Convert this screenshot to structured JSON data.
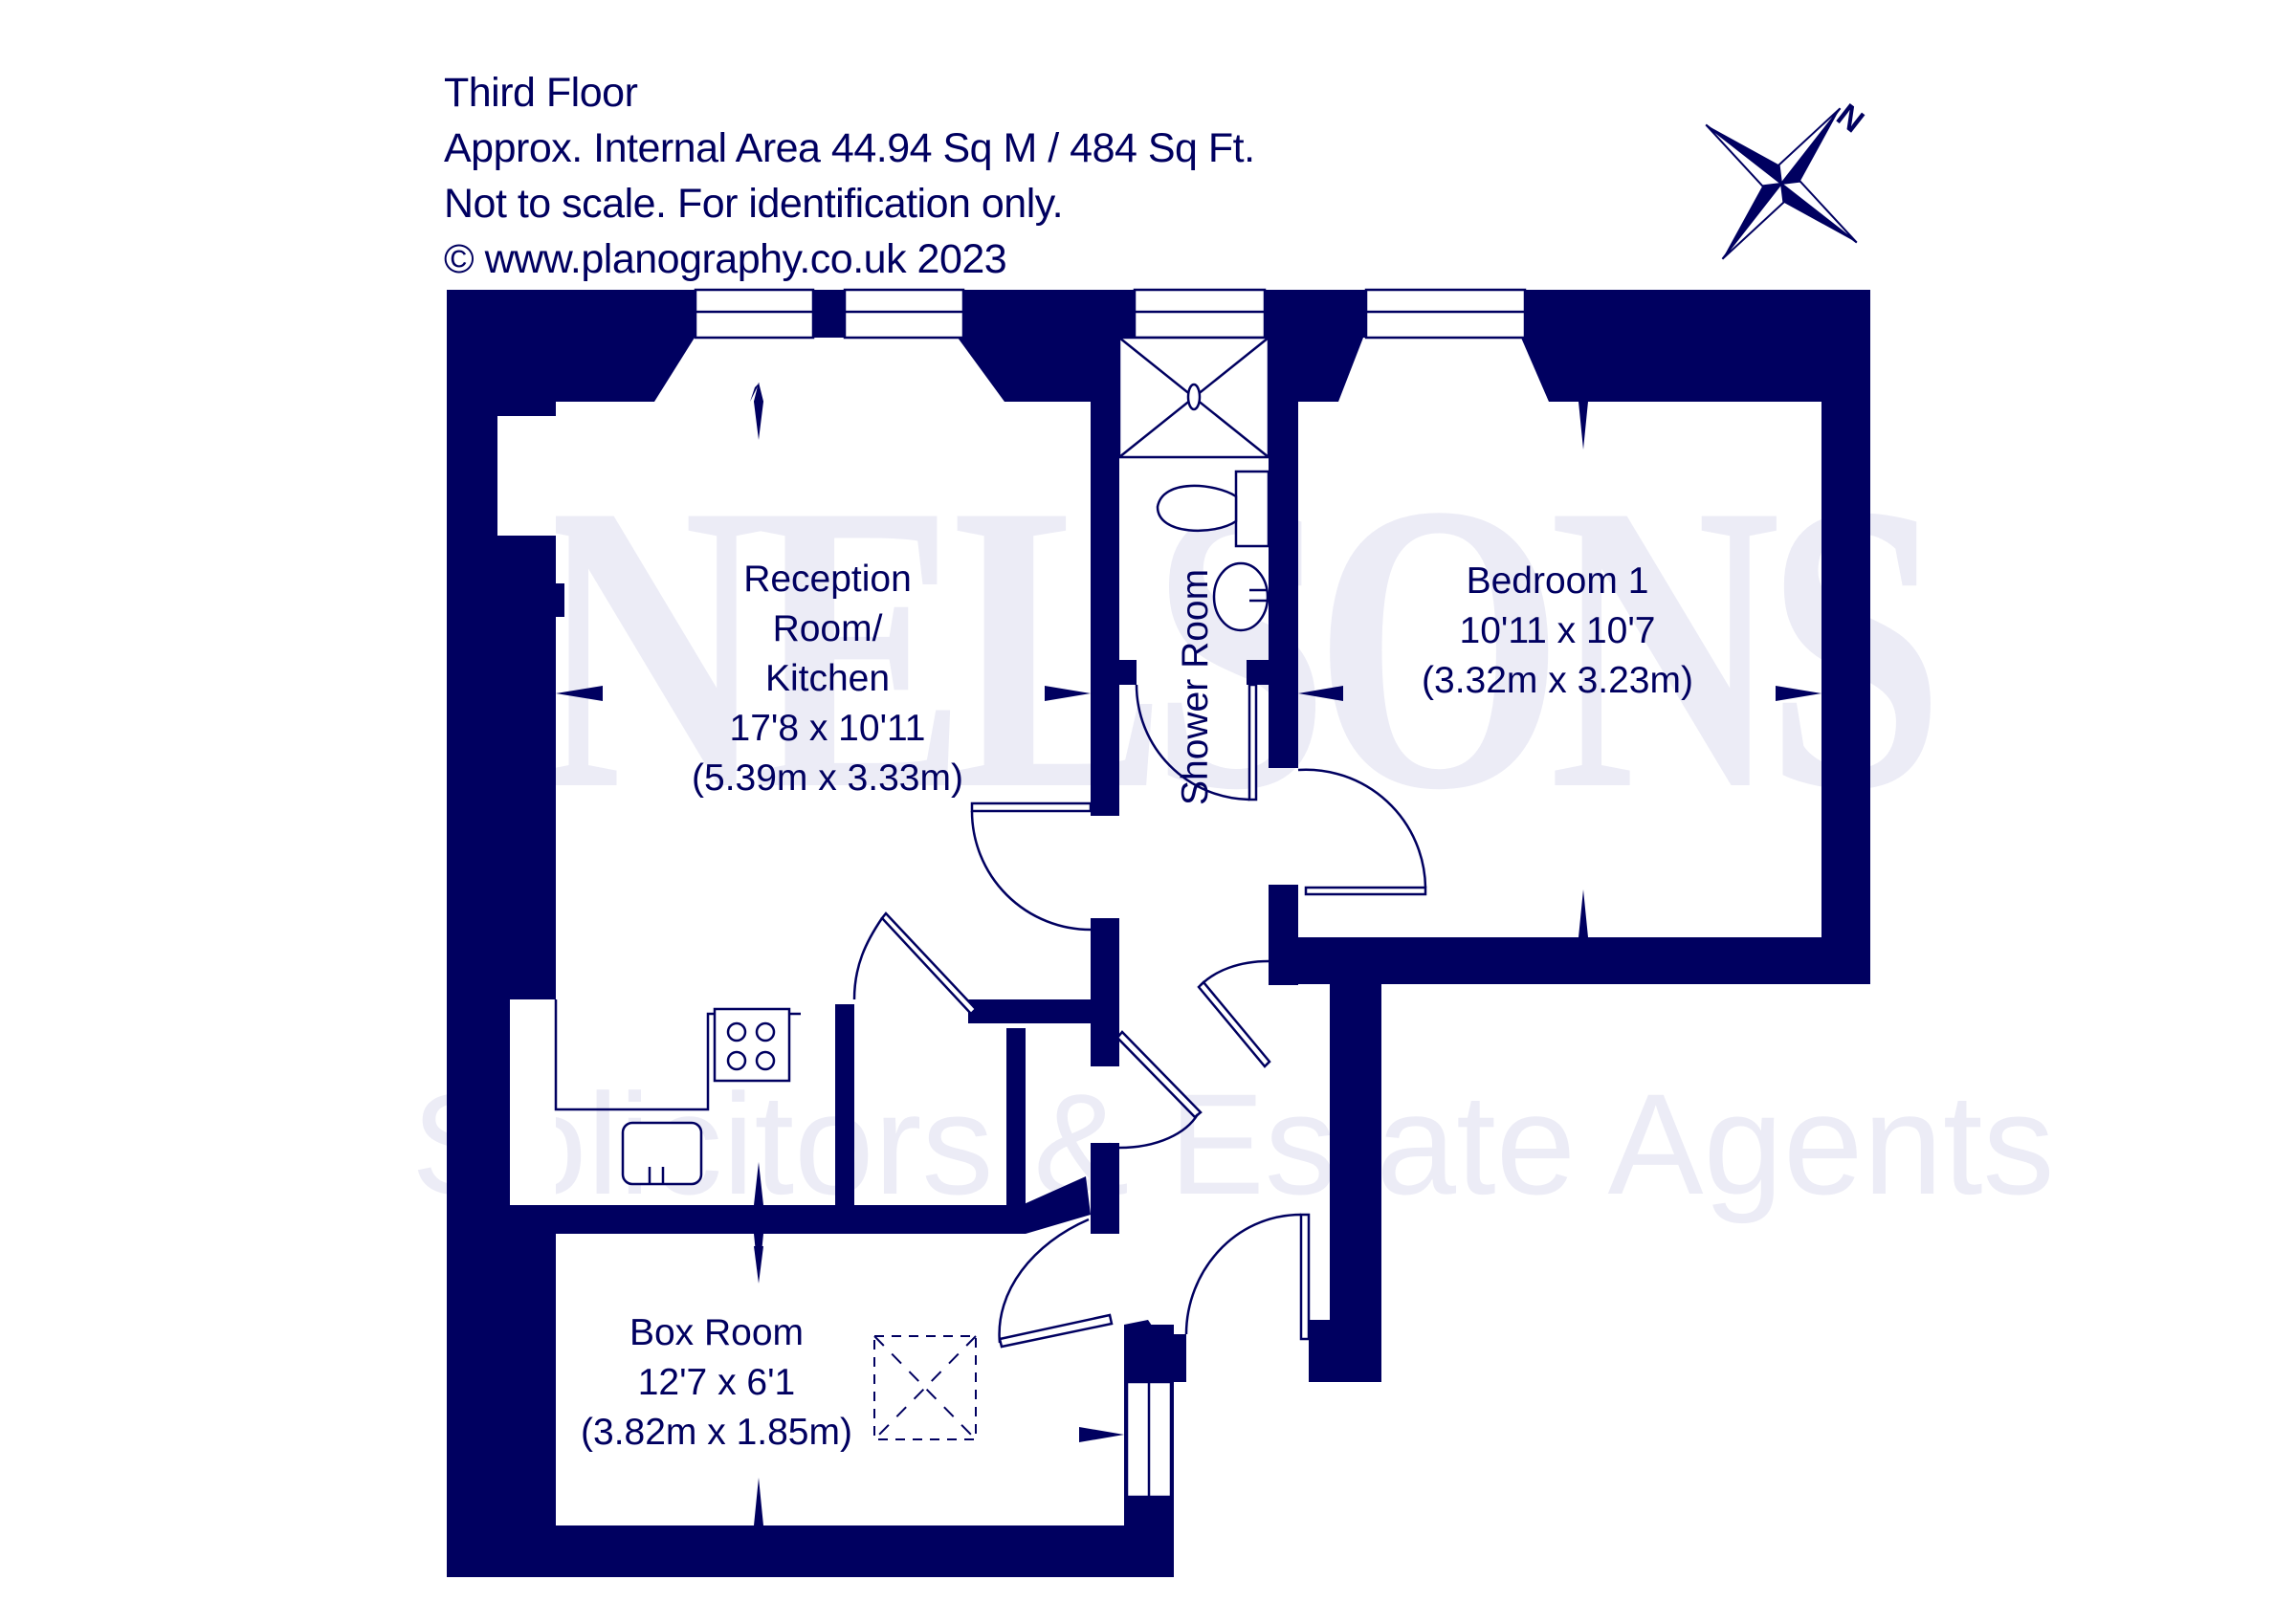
{
  "header": {
    "floor": "Third Floor",
    "area": "Approx. Internal Area 44.94 Sq M / 484 Sq Ft.",
    "disclaimer": "Not to scale. For identification only.",
    "copyright": "© www.planography.co.uk 2023"
  },
  "compass": {
    "label": "N",
    "icon": "compass-rose-icon"
  },
  "watermark": {
    "brand": "NELSONS",
    "tagline": "Solicitors & Estate Agents"
  },
  "rooms": [
    {
      "name": "Reception Room/ Kitchen",
      "line1": "Reception",
      "line2": "Room/",
      "line3": "Kitchen",
      "imperial": "17'8 x 10'11",
      "metric": "(5.39m x 3.33m)"
    },
    {
      "name": "Bedroom 1",
      "line1": "Bedroom 1",
      "imperial": "10'11 x 10'7",
      "metric": "(3.32m x 3.23m)"
    },
    {
      "name": "Shower Room",
      "line1": "Shower Room"
    },
    {
      "name": "Box Room",
      "line1": "Box Room",
      "imperial": "12'7 x 6'1",
      "metric": "(3.82m x 1.85m)"
    }
  ],
  "colors": {
    "wall": "#000060",
    "watermark": "#ececf6",
    "background": "#ffffff"
  }
}
